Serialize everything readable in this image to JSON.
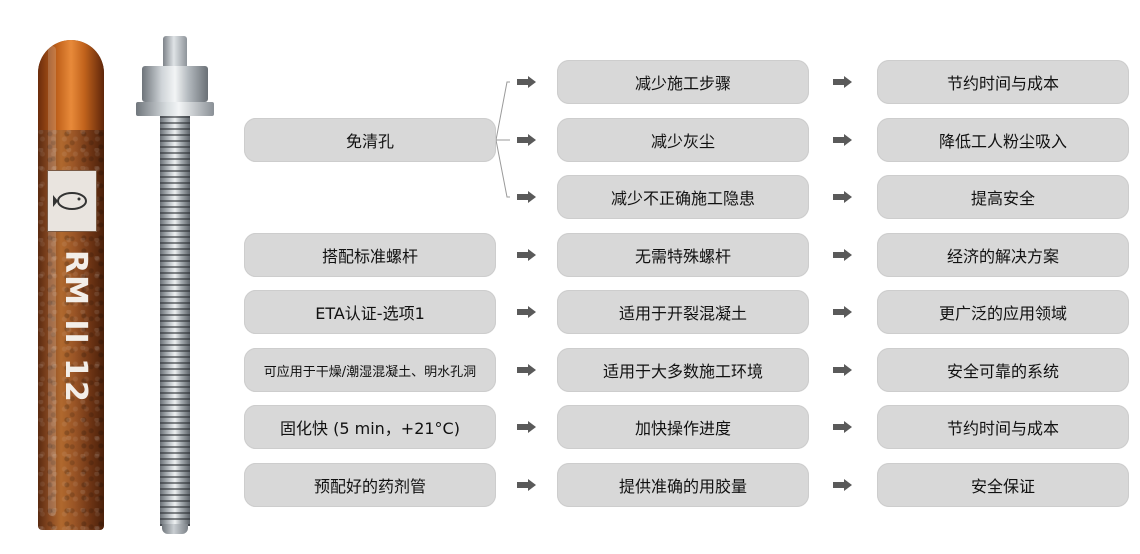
{
  "product": {
    "capsule_label": "RM II 12",
    "logo_icon": "fish-logo-icon"
  },
  "colors": {
    "pill_bg": "#d8d8d8",
    "arrow": "#5a5a5a",
    "text": "#111111"
  },
  "rows": [
    {
      "feature": "免清孔",
      "branches": [
        {
          "benefit": "减少施工步骤",
          "result": "节约时间与成本"
        },
        {
          "benefit": "减少灰尘",
          "result": "降低工人粉尘吸入"
        },
        {
          "benefit": "减少不正确施工隐患",
          "result": "提高安全"
        }
      ]
    },
    {
      "feature": "搭配标准螺杆",
      "benefit": "无需特殊螺杆",
      "result": "经济的解决方案"
    },
    {
      "feature": "ETA认证-选项1",
      "benefit": "适用于开裂混凝土",
      "result": "更广泛的应用领域"
    },
    {
      "feature": "可应用于干燥/潮湿混凝土、明水孔洞",
      "benefit": "适用于大多数施工环境",
      "result": "安全可靠的系统"
    },
    {
      "feature": "固化快 (5 min，+21°C)",
      "benefit": "加快操作进度",
      "result": "节约时间与成本"
    },
    {
      "feature": "预配好的药剂管",
      "benefit": "提供准确的用胶量",
      "result": "安全保证"
    }
  ]
}
